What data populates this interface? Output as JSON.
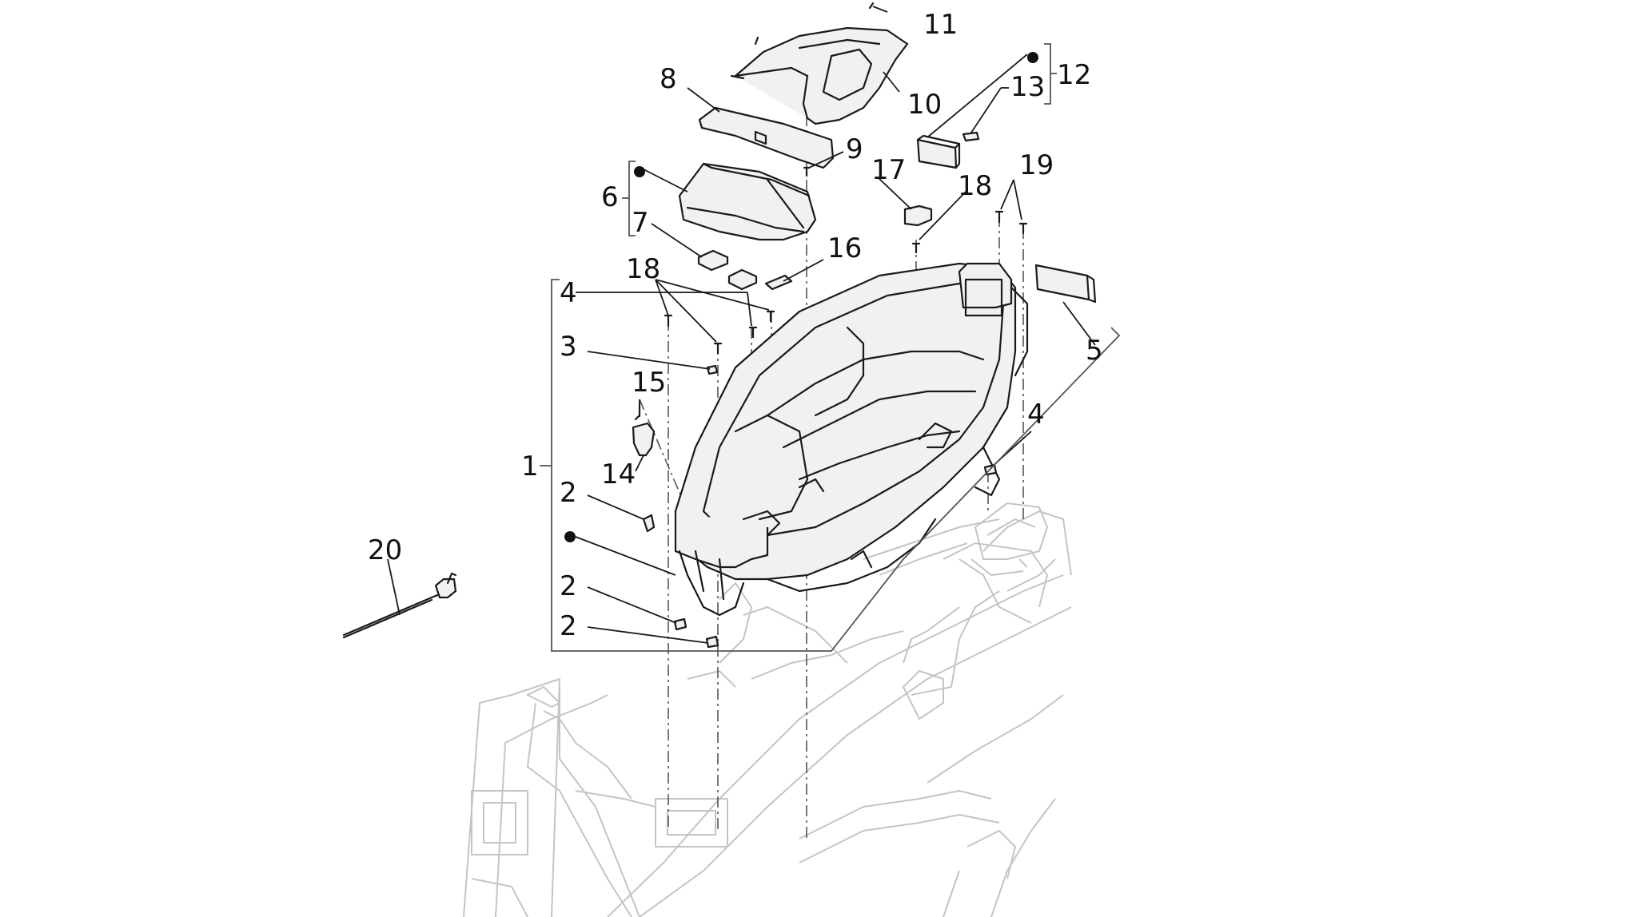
{
  "diagram": {
    "callouts": {
      "c1": "1",
      "c2a": "2",
      "c2b": "2",
      "c2c": "2",
      "c3": "3",
      "c4a": "4",
      "c4b": "4",
      "c5": "5",
      "c6": "6",
      "c7": "7",
      "c8": "8",
      "c9": "9",
      "c10": "10",
      "c11": "11",
      "c12": "12",
      "c13": "13",
      "c14": "14",
      "c15": "15",
      "c16": "16",
      "c17": "17",
      "c18a": "18",
      "c18b": "18",
      "c19": "19",
      "c20": "20"
    }
  }
}
